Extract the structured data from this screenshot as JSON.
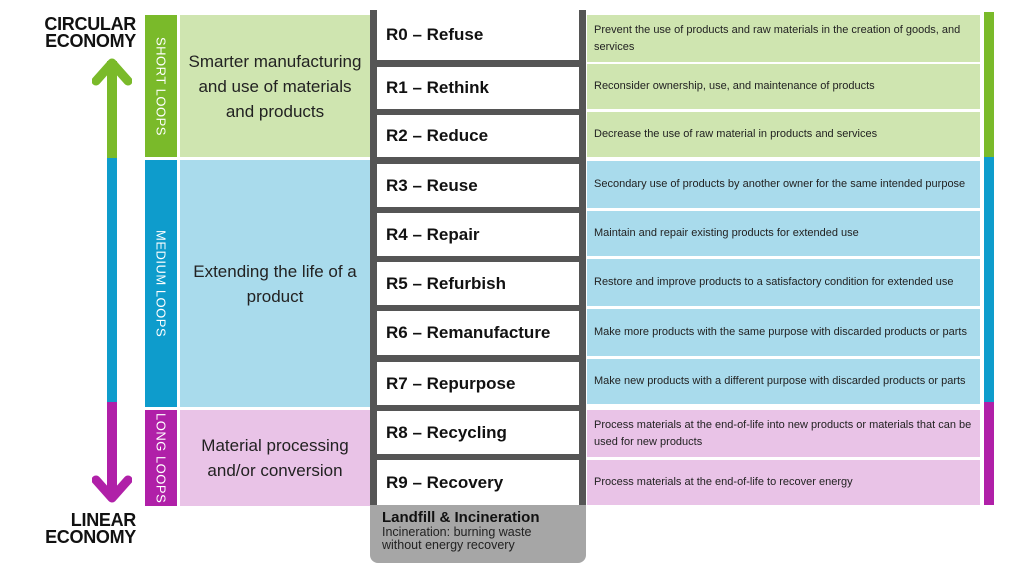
{
  "axis": {
    "top_label_line1": "CIRCULAR",
    "top_label_line2": "ECONOMY",
    "bottom_label_line1": "LINEAR",
    "bottom_label_line2": "ECONOMY",
    "arrow_up_icon": "arrow-up-icon",
    "arrow_down_icon": "arrow-down-icon"
  },
  "colors": {
    "short_dark": "#7aba2a",
    "short_light": "#cfe5b0",
    "medium_dark": "#0e9ccc",
    "medium_light": "#a9dbec",
    "long_dark": "#b020a8",
    "long_light": "#e9c3e7",
    "ladder": "#555555",
    "landfill": "#a6a6a6"
  },
  "groups": [
    {
      "tag": "SHORT LOOPS",
      "description": "Smarter manufacturing and use of materials and products"
    },
    {
      "tag": "MEDIUM LOOPS",
      "description": "Extending the life of a product"
    },
    {
      "tag": "LONG LOOPS",
      "description": "Material processing and/or conversion"
    }
  ],
  "strategies": [
    {
      "label": "R0 – Refuse",
      "description": "Prevent the use of products and raw materials in the creation of goods, and services"
    },
    {
      "label": "R1 – Rethink",
      "description": "Reconsider ownership, use, and maintenance of products"
    },
    {
      "label": "R2 – Reduce",
      "description": "Decrease the use of raw material in products and services"
    },
    {
      "label": "R3 – Reuse",
      "description": "Secondary use of products by another owner for the same intended purpose"
    },
    {
      "label": "R4 – Repair",
      "description": "Maintain and repair existing products for extended use"
    },
    {
      "label": "R5 – Refurbish",
      "description": "Restore and improve products to a satisfactory condition for extended use"
    },
    {
      "label": "R6 – Remanufacture",
      "description": "Make more products with the same purpose with discarded products or parts"
    },
    {
      "label": "R7 – Repurpose",
      "description": "Make new products with a different purpose with discarded products or parts"
    },
    {
      "label": "R8 – Recycling",
      "description": "Process materials at the end-of-life into new products or materials that can be used for new products"
    },
    {
      "label": "R9 – Recovery",
      "description": "Process materials at the end-of-life to recover energy"
    }
  ],
  "landfill": {
    "title": "Landfill & Incineration",
    "subtitle": "Incineration: burning waste without energy recovery"
  }
}
